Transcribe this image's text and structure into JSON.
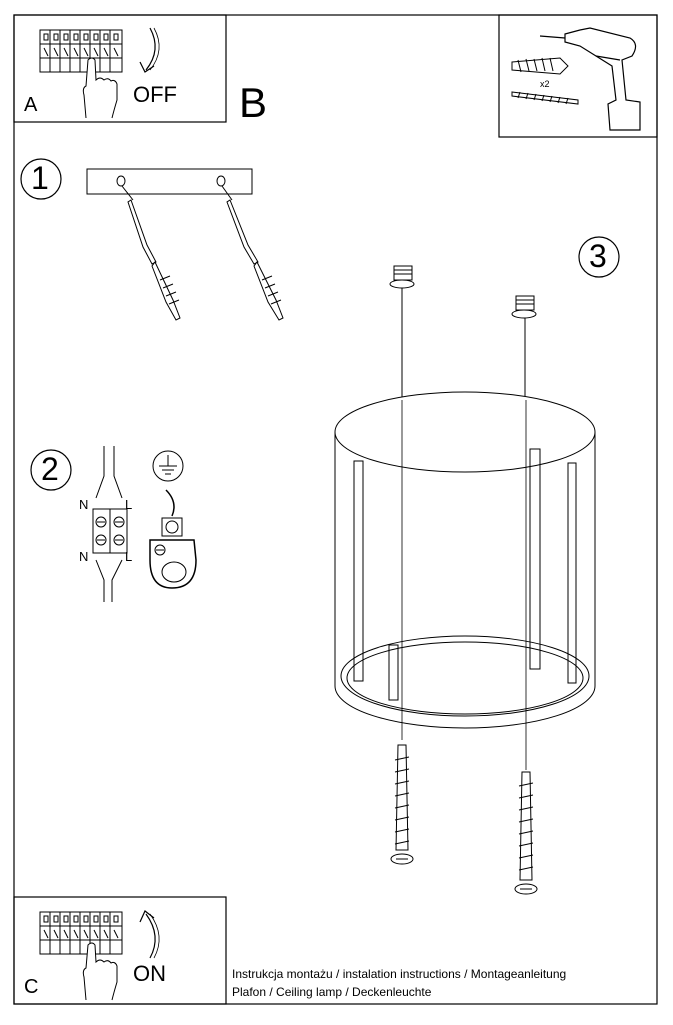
{
  "panel_a": {
    "letter": "A",
    "switch_label": "OFF"
  },
  "section_b": {
    "letter": "B"
  },
  "panel_c": {
    "letter": "C",
    "switch_label": "ON"
  },
  "steps": {
    "step1": "1",
    "step2": "2",
    "step3": "3"
  },
  "wiring": {
    "n_top": "N",
    "l_top": "L",
    "n_bottom": "N",
    "l_bottom": "L"
  },
  "tools": {
    "quantity": "x2"
  },
  "footer": {
    "line1": "Instrukcja montażu / instalation instructions / Montageanleitung",
    "line2": "Plafon / Ceiling lamp / Deckenleuchte"
  }
}
